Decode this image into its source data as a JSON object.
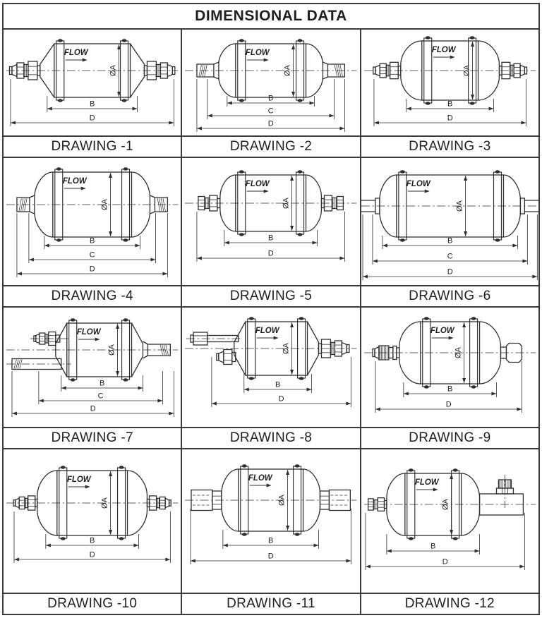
{
  "title": "DIMENSIONAL DATA",
  "labels": {
    "flow": "FLOW",
    "diameter": "ØA"
  },
  "line_color": "#2e2e2e",
  "drawings": [
    {
      "label": "DRAWING -1",
      "dims": [
        "B",
        "D"
      ]
    },
    {
      "label": "DRAWING -2",
      "dims": [
        "B",
        "C",
        "D"
      ]
    },
    {
      "label": "DRAWING -3",
      "dims": [
        "B",
        "D"
      ]
    },
    {
      "label": "DRAWING -4",
      "dims": [
        "B",
        "C",
        "D"
      ]
    },
    {
      "label": "DRAWING -5",
      "dims": [
        "B",
        "D"
      ]
    },
    {
      "label": "DRAWING -6",
      "dims": [
        "B",
        "C",
        "D"
      ]
    },
    {
      "label": "DRAWING -7",
      "dims": [
        "B",
        "C",
        "D"
      ]
    },
    {
      "label": "DRAWING -8",
      "dims": [
        "B",
        "D"
      ]
    },
    {
      "label": "DRAWING -9",
      "dims": [
        "B",
        "D"
      ]
    },
    {
      "label": "DRAWING -10",
      "dims": [
        "B",
        "D"
      ]
    },
    {
      "label": "DRAWING -11",
      "dims": [
        "B",
        "D"
      ]
    },
    {
      "label": "DRAWING -12",
      "dims": [
        "B",
        "D"
      ]
    }
  ]
}
